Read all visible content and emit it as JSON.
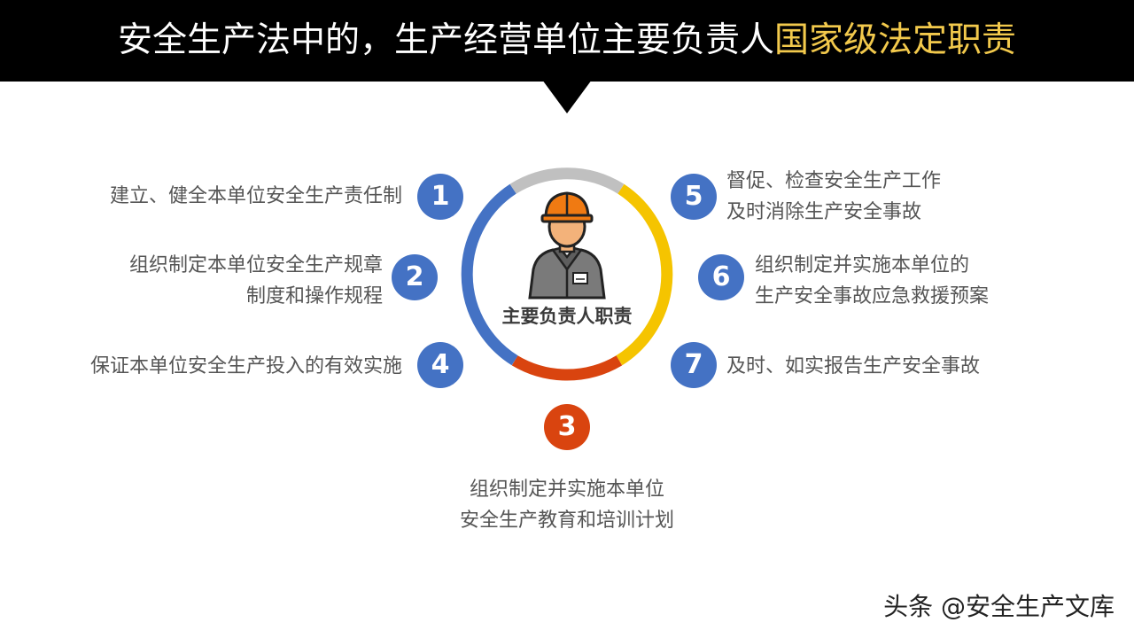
{
  "header": {
    "title_main": "安全生产法中的，生产经营单位主要负责人",
    "title_highlight": "国家级法定职责"
  },
  "center": {
    "label": "主要负责人职责",
    "icon": "worker-with-hard-hat-icon"
  },
  "items": [
    {
      "number": "1",
      "lines": [
        "建立、健全本单位安全生产责任制"
      ]
    },
    {
      "number": "2",
      "lines": [
        "组织制定本单位安全生产规章",
        "制度和操作规程"
      ]
    },
    {
      "number": "3",
      "lines": [
        "组织制定并实施本单位",
        "安全生产教育和培训计划"
      ]
    },
    {
      "number": "4",
      "lines": [
        "保证本单位安全生产投入的有效实施"
      ]
    },
    {
      "number": "5",
      "lines": [
        "督促、检查安全生产工作",
        "及时消除生产安全事故"
      ]
    },
    {
      "number": "6",
      "lines": [
        "组织制定并实施本单位的",
        "生产安全事故应急救援预案"
      ]
    },
    {
      "number": "7",
      "lines": [
        "及时、如实报告生产安全事故"
      ]
    }
  ],
  "watermark": "头条 @安全生产文库",
  "colors": {
    "header_bg": "#000000",
    "title_highlight": "#f2c94c",
    "badge_blue": "#4472c4",
    "badge_red": "#d9440f",
    "ring_gray": "#c0c0c0",
    "ring_yellow": "#f5c400",
    "ring_red": "#d9440f",
    "ring_blue": "#4472c4"
  }
}
